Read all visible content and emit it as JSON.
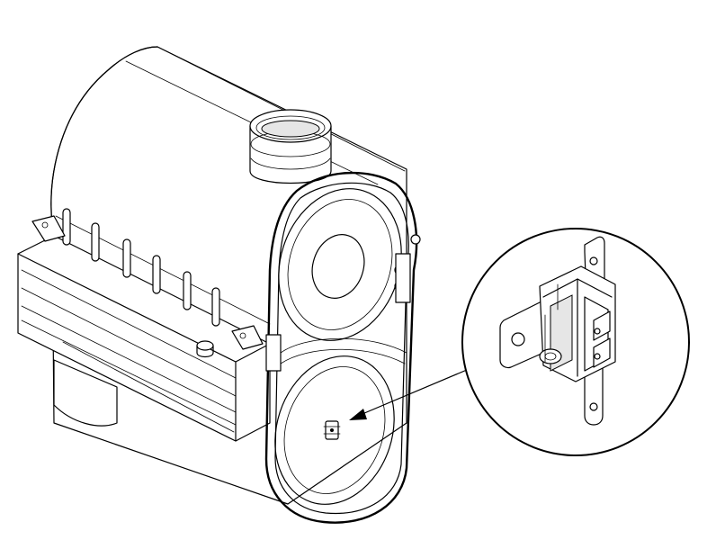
{
  "figure": {
    "main_part": "heater-housing",
    "detail_part": "thermostat-switch",
    "detail_style": "magnified-circle-callout"
  }
}
